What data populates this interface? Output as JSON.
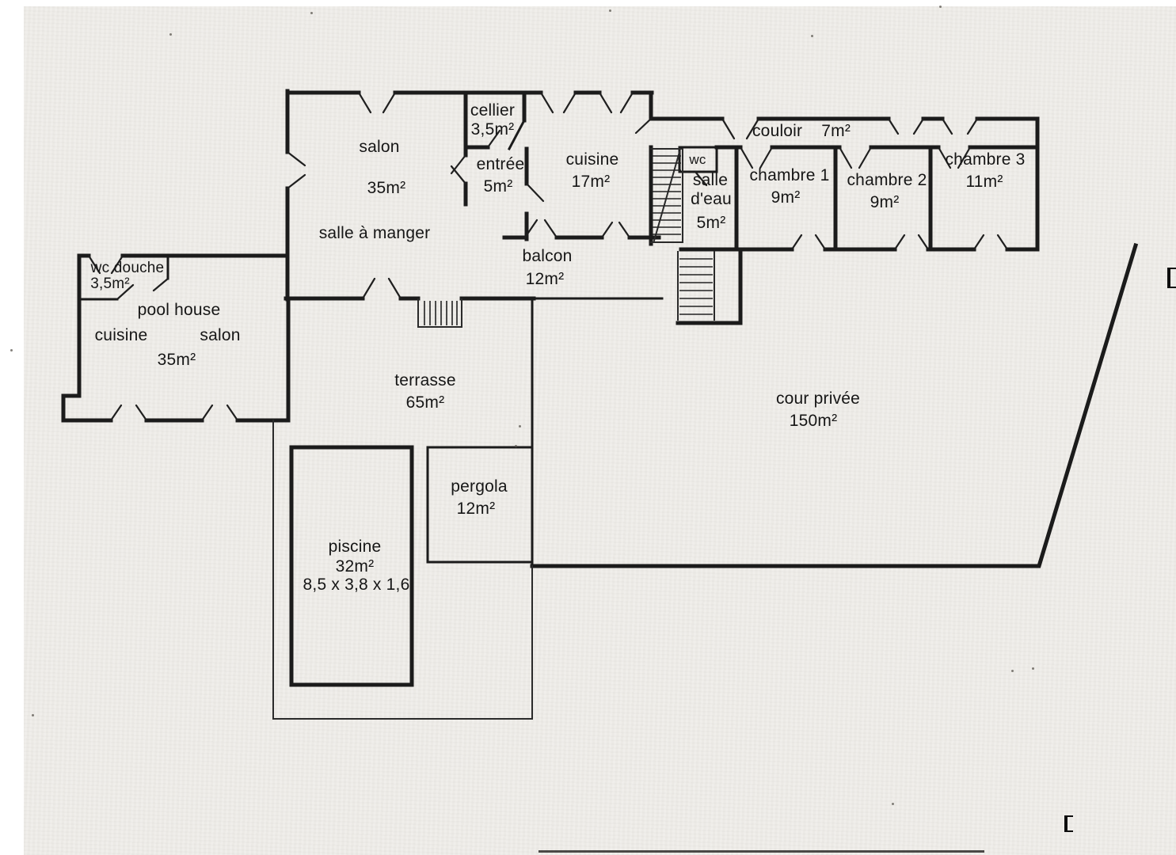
{
  "document": {
    "kind_label": "floor plan (scanned)",
    "colors": {
      "ink": "#1b1b1b",
      "paper": "#f0eeea"
    }
  },
  "rooms": {
    "cellier": {
      "label": "cellier",
      "area": "3,5m²"
    },
    "salon": {
      "label": "salon",
      "area": "35m²"
    },
    "entree": {
      "label": "entrée",
      "area": "5m²"
    },
    "cuisine": {
      "label": "cuisine",
      "area": "17m²"
    },
    "couloir": {
      "label": "couloir",
      "area": "7m²"
    },
    "wc": {
      "label": "wc"
    },
    "salle_eau": {
      "label_line1": "salle",
      "label_line2": "d'eau",
      "area": "5m²"
    },
    "chambre_1": {
      "label": "chambre 1",
      "area": "9m²"
    },
    "chambre_2": {
      "label": "chambre 2",
      "area": "9m²"
    },
    "chambre_3": {
      "label": "chambre 3",
      "area": "11m²"
    },
    "salle_a_manger": {
      "label": "salle à manger"
    },
    "balcon": {
      "label": "balcon",
      "area": "12m²"
    },
    "wc_douche": {
      "label": "wc douche",
      "area": "3,5m²"
    },
    "pool_house": {
      "label": "pool house",
      "zone1": "cuisine",
      "zone2": "salon",
      "area": "35m²"
    },
    "terrasse": {
      "label": "terrasse",
      "area": "65m²"
    },
    "cour_privee": {
      "label": "cour privée",
      "area": "150m²"
    },
    "pergola": {
      "label": "pergola",
      "area": "12m²"
    },
    "piscine": {
      "label": "piscine",
      "area": "32m²",
      "dimensions": "8,5 x 3,8 x 1,6"
    }
  }
}
